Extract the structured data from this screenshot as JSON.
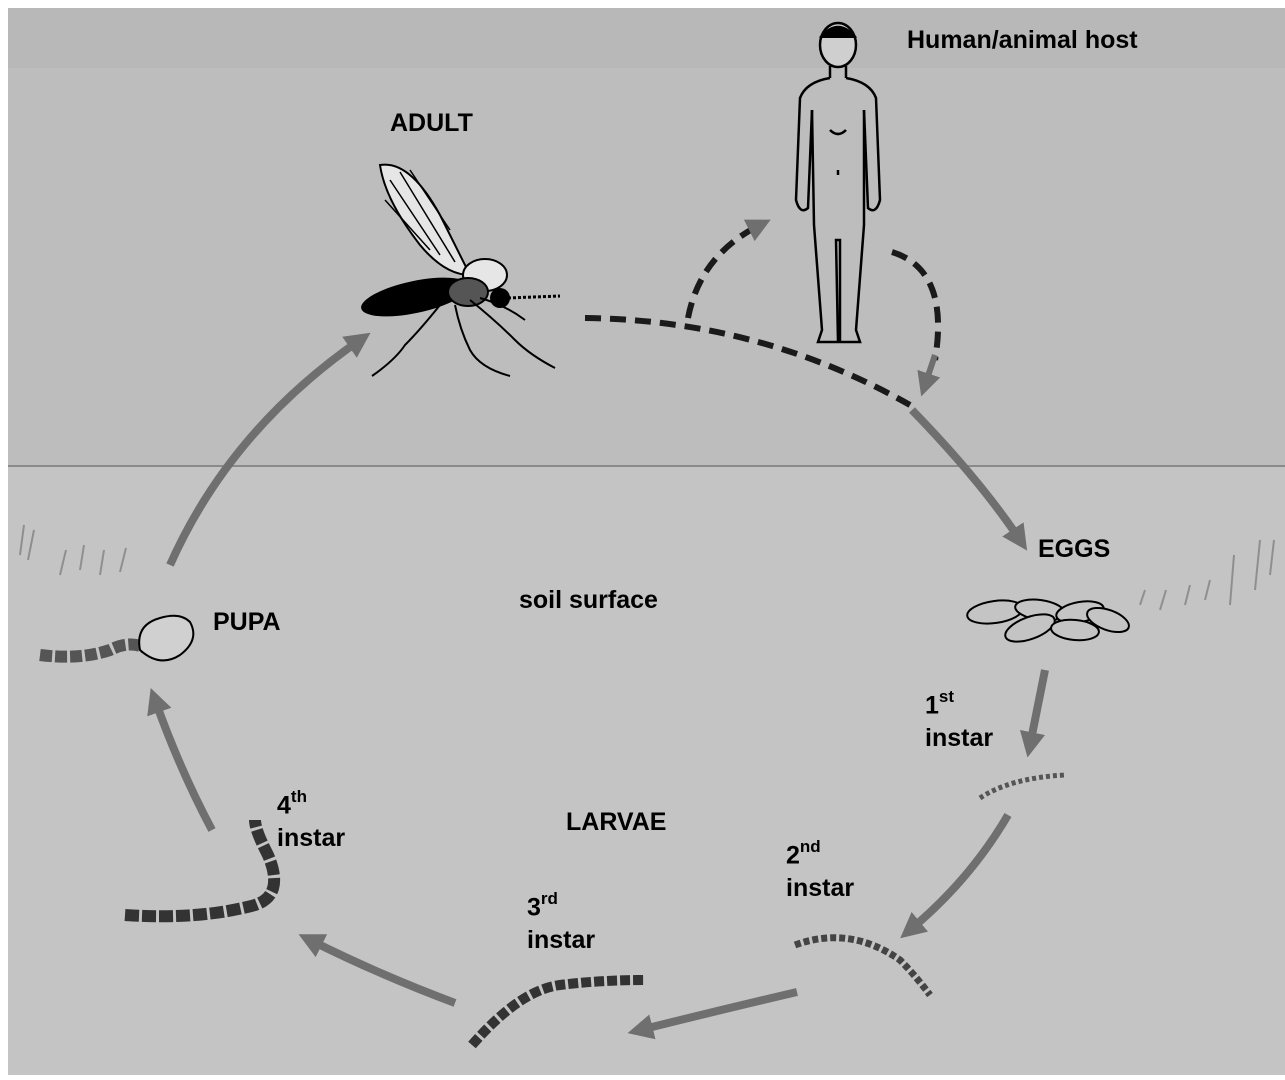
{
  "labels": {
    "host": "Human/animal host",
    "adult": "ADULT",
    "eggs": "EGGS",
    "pupa": "PUPA",
    "soil": "soil surface",
    "larvae": "LARVAE",
    "instar1": {
      "num": "1",
      "suffix": "st",
      "word": "instar"
    },
    "instar2": {
      "num": "2",
      "suffix": "nd",
      "word": "instar"
    },
    "instar3": {
      "num": "3",
      "suffix": "rd",
      "word": "instar"
    },
    "instar4": {
      "num": "4",
      "suffix": "th",
      "word": "instar"
    }
  },
  "colors": {
    "sky": "#bdbdbd",
    "ground": "#c4c4c4",
    "arrow": "#6f6f6f",
    "ink": "#000000"
  }
}
